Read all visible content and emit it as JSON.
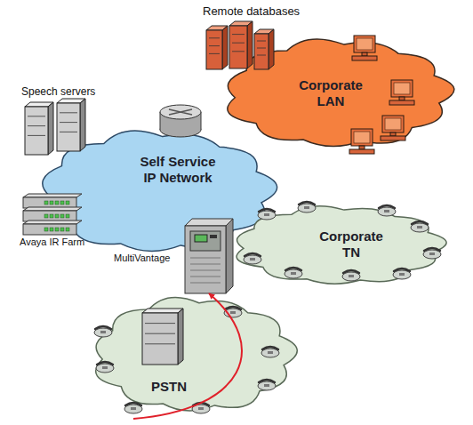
{
  "diagram": {
    "nodes": [
      {
        "text": [
          "Corporate LAN"
        ]
      },
      {
        "text": [
          "Self Service IP Network"
        ]
      },
      {
        "text": [
          "MultiVantage"
        ]
      },
      {
        "text": [
          "Corporate TN"
        ]
      },
      {
        "text": [
          "PSTN"
        ]
      }
    ],
    "edges": [
      {
        "from": 4,
        "to": 2,
        "arrow": "to"
      }
    ],
    "labels": [
      "Remote databases",
      "Speech servers",
      "Avaya IR Farm"
    ]
  }
}
